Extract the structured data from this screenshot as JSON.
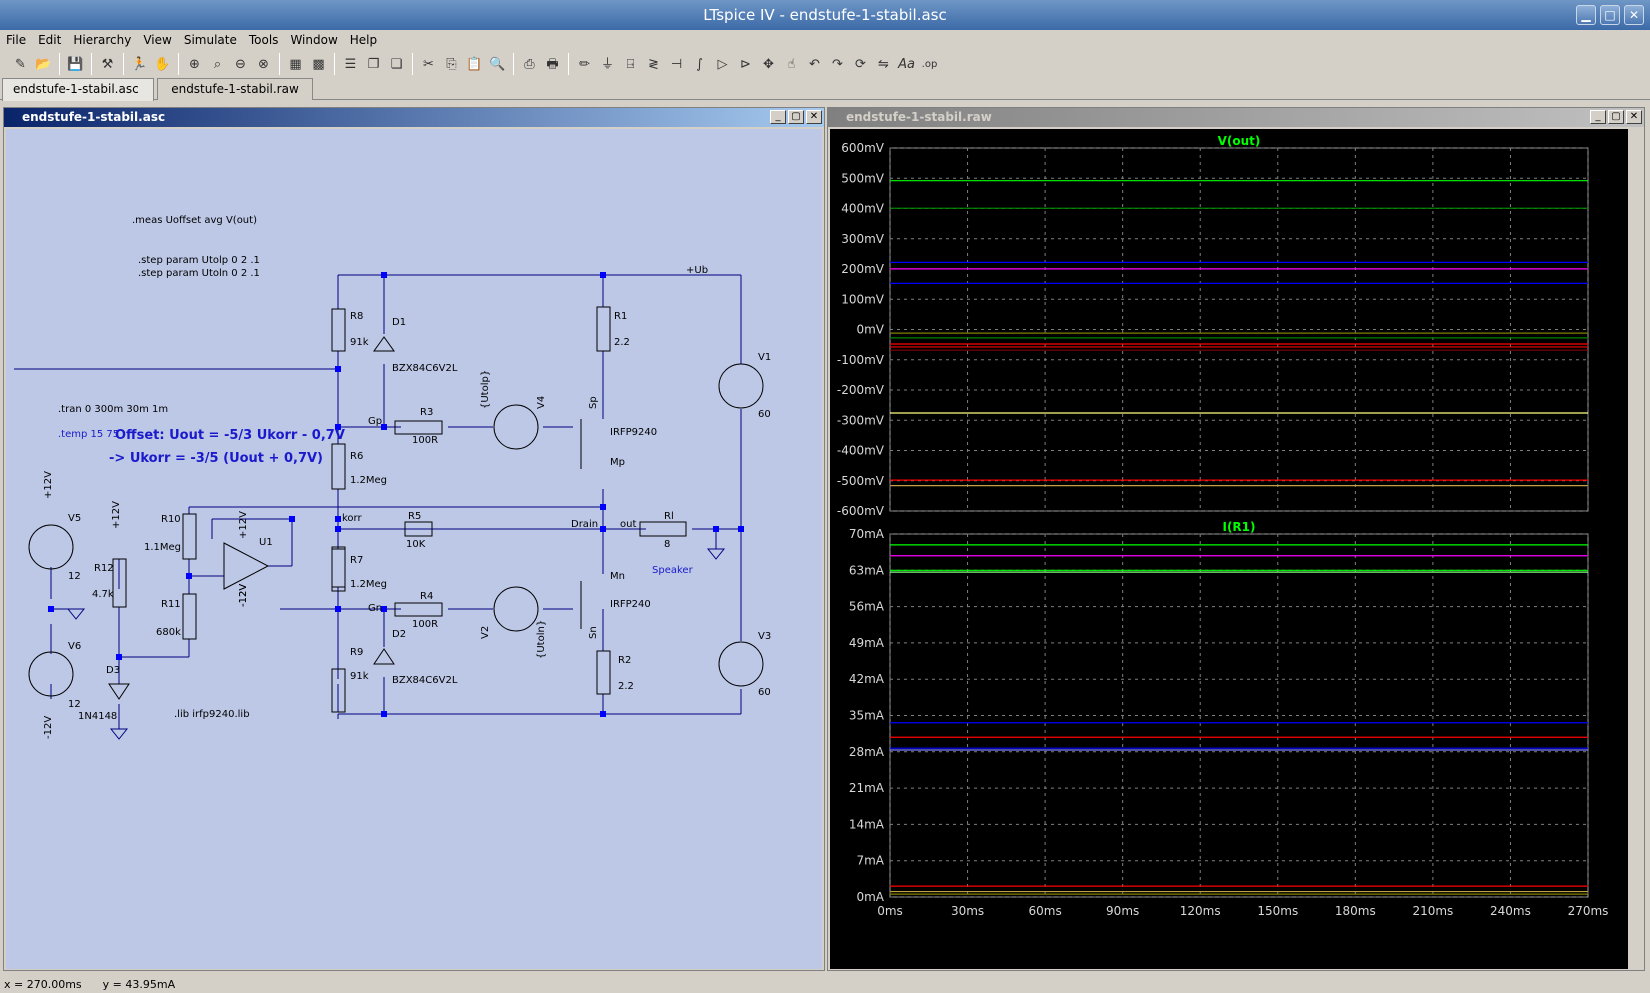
{
  "window": {
    "title": "LTspice IV - endstufe-1-stabil.asc"
  },
  "menu": [
    "File",
    "Edit",
    "Hierarchy",
    "View",
    "Simulate",
    "Tools",
    "Window",
    "Help"
  ],
  "tabs": [
    "endstufe-1-stabil.asc",
    "endstufe-1-stabil.raw"
  ],
  "schematic": {
    "title": "endstufe-1-stabil.asc",
    "directives": [
      ".meas Uoffset avg V(out)",
      ".step param Utolp 0 2 .1",
      ".step param Utoln 0 2 .1",
      ".tran 0 300m 30m 1m",
      ".temp 15 75",
      ".lib irfp9240.lib"
    ],
    "comments": [
      "Offset: Uout = -5/3 Ukorr - 0,7V",
      "-> Ukorr = -3/5 (Uout + 0,7V)"
    ],
    "labels": [
      "R8",
      "91k",
      "D1",
      "BZX84C6V2L",
      "R1",
      "2.2",
      "V1",
      "60",
      "+Ub",
      "Gp",
      "R3",
      "100R",
      "{Utolp}",
      "V4",
      "Sp",
      "IRFP9240",
      "Mp",
      "R6",
      "1.2Meg",
      "R10",
      "1.1Meg",
      "U1",
      "+12V",
      "-12V",
      "korr",
      "R5",
      "10K",
      "Drain",
      "out",
      "Rl",
      "8",
      "Speaker",
      "V5",
      "12",
      "R12",
      "4.7k",
      "R11",
      "680k",
      "R7",
      "1.2Meg",
      "Mn",
      "IRFP240",
      "Gn",
      "R4",
      "100R",
      "V2",
      "{Utoln}",
      "Sn",
      "D2",
      "BZX84C6V2L",
      "R9",
      "91k",
      "R2",
      "2.2",
      "V3",
      "60",
      "V6",
      "12",
      "D3",
      "1N4148",
      "+12V",
      "-12V",
      "+12V",
      "-12V"
    ]
  },
  "waveform": {
    "title": "endstufe-1-stabil.raw",
    "plot1": {
      "trace": "V(out)",
      "yticks": [
        "600mV",
        "500mV",
        "400mV",
        "300mV",
        "200mV",
        "100mV",
        "0mV",
        "-100mV",
        "-200mV",
        "-300mV",
        "-400mV",
        "-500mV",
        "-600mV"
      ]
    },
    "plot2": {
      "trace": "I(R1)",
      "yticks": [
        "70mA",
        "63mA",
        "56mA",
        "49mA",
        "42mA",
        "35mA",
        "28mA",
        "21mA",
        "14mA",
        "7mA",
        "0mA"
      ]
    },
    "xticks": [
      "0ms",
      "30ms",
      "60ms",
      "90ms",
      "120ms",
      "150ms",
      "180ms",
      "210ms",
      "240ms",
      "270ms"
    ]
  },
  "status": {
    "x": "x = 270.00ms",
    "y": "y = 43.95mA"
  }
}
